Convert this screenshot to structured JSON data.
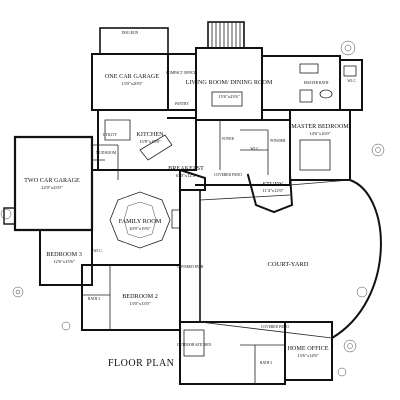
{
  "title": "FLOOR PLAN",
  "rooms": {
    "dog_run": {
      "name": "DOG RUN"
    },
    "one_car_garage": {
      "name": "ONE CAR GARAGE",
      "dim": "13'0\"x20'0\""
    },
    "compact_office": {
      "name": "COMPACT OFFICE"
    },
    "pantry": {
      "name": "PANTRY"
    },
    "living_dining": {
      "name": "LIVING ROOM/ DINING ROOM",
      "dim": "15'6\"x23'6\""
    },
    "master_bath": {
      "name": "MASTER BATH"
    },
    "wic_master": {
      "name": "W.I.C."
    },
    "utility": {
      "name": "UTILITY"
    },
    "kitchen": {
      "name": "KITCHEN",
      "dim": "15'8\"x15'8\""
    },
    "master_bedroom": {
      "name": "MASTER BEDROOM",
      "dim": "14'6\"x16'0\""
    },
    "foyer": {
      "name": "FOYER"
    },
    "wic_study": {
      "name": "W.I.C."
    },
    "powder": {
      "name": "POWDER"
    },
    "mud_room": {
      "name": "MUD ROOM"
    },
    "two_car_garage": {
      "name": "TWO CAR GARAGE",
      "dim": "22'0\"x23'0\""
    },
    "breakfast": {
      "name": "BREAKFAST",
      "dim": "10'0\"x12'4\""
    },
    "covered_patio_top": {
      "name": "COVERED PATIO"
    },
    "study": {
      "name": "STUDY",
      "dim": "11'4\"x12'0\""
    },
    "family_room": {
      "name": "FAMILY ROOM",
      "dim": "20'0\"x19'6\""
    },
    "court_yard": {
      "name": "COURT-YARD"
    },
    "bedroom3": {
      "name": "BEDROOM 3",
      "dim": "12'6\"x15'6\""
    },
    "wic_bed3": {
      "name": "W.I.C."
    },
    "covered_path": {
      "name": "COVERED PATH"
    },
    "bath2": {
      "name": "BATH 2"
    },
    "bedroom2": {
      "name": "BEDROOM 2",
      "dim": "13'0\"x13'0\""
    },
    "covered_patio_bottom": {
      "name": "COVERED PATIO"
    },
    "home_office": {
      "name": "HOME OFFICE",
      "dim": "13'6\"x14'6\""
    },
    "outdoor_kitchen": {
      "name": "OUTDOOR KITCHEN"
    },
    "bath3": {
      "name": "BATH 3"
    }
  }
}
